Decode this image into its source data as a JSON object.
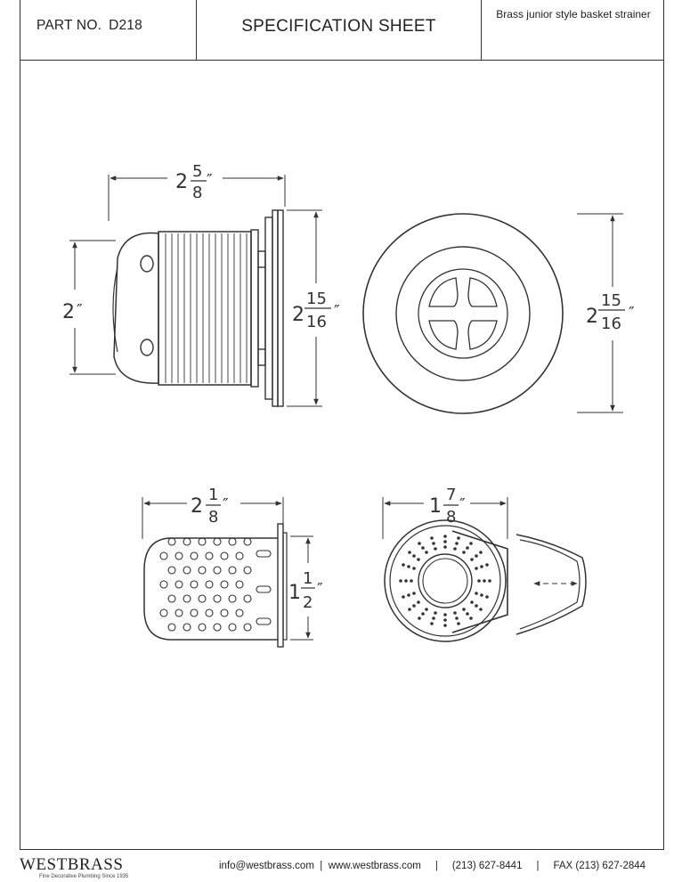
{
  "header": {
    "part_label": "PART NO.",
    "part_number": "D218",
    "title": "SPECIFICATION SHEET",
    "description": "Brass junior style basket strainer"
  },
  "dimensions": {
    "side_width_whole": "2",
    "side_width_num": "5",
    "side_width_den": "8",
    "side_height": "2",
    "flange_whole": "2",
    "flange_num": "15",
    "flange_den": "16",
    "top_whole": "2",
    "top_num": "15",
    "top_den": "16",
    "basket_width_whole": "2",
    "basket_width_num": "1",
    "basket_width_den": "8",
    "basket_height_whole": "1",
    "basket_height_num": "1",
    "basket_height_den": "2",
    "basket_top_whole": "1",
    "basket_top_num": "7",
    "basket_top_den": "8",
    "inch_mark": "″"
  },
  "footer": {
    "brand": "WESTBRASS",
    "tagline": "Fine Decorative Plumbing Since 1935",
    "email": "info@westbrass.com",
    "website": "www.westbrass.com",
    "phone": "(213) 627-8441",
    "fax_label": "FAX",
    "fax": "(213) 627-2844",
    "sep": "|"
  }
}
